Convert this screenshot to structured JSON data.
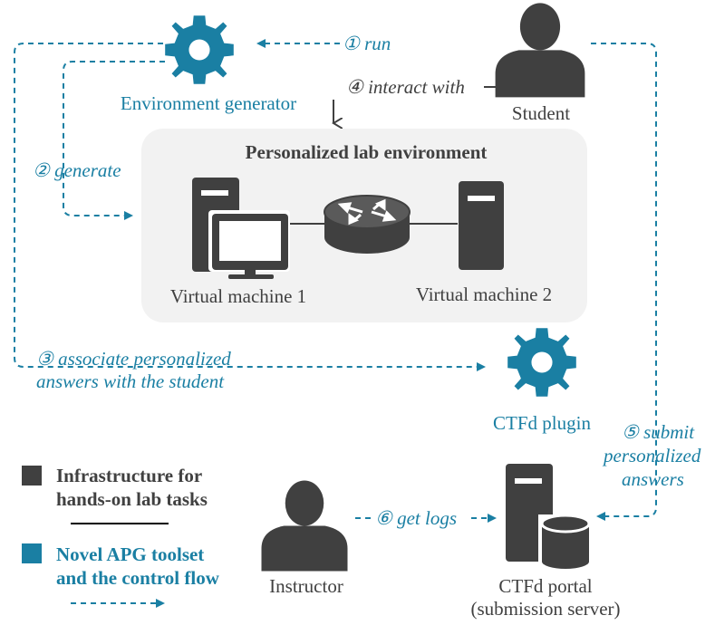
{
  "nodes": {
    "environment_generator": "Environment generator",
    "student": "Student",
    "lab_environment_title": "Personalized lab environment",
    "vm1": "Virtual machine 1",
    "vm2": "Virtual machine 2",
    "ctfd_plugin": "CTFd plugin",
    "instructor": "Instructor",
    "ctfd_portal_line1": "CTFd portal",
    "ctfd_portal_line2": "(submission server)"
  },
  "steps": {
    "s1": "① run",
    "s2": "② generate",
    "s3_line1": "③ associate personalized",
    "s3_line2": "answers with the student",
    "s4": "④ interact with",
    "s5_line1": "⑤ submit",
    "s5_line2": "personalized",
    "s5_line3": "answers",
    "s6": "⑥ get logs"
  },
  "legend": {
    "infra_line1": "Infrastructure for",
    "infra_line2": "hands-on lab tasks",
    "apg_line1": "Novel APG toolset",
    "apg_line2": "and the control flow"
  },
  "colors": {
    "infrastructure": "#404040",
    "apg_toolset": "#1a7fa3",
    "lab_background": "#f2f2f2"
  }
}
